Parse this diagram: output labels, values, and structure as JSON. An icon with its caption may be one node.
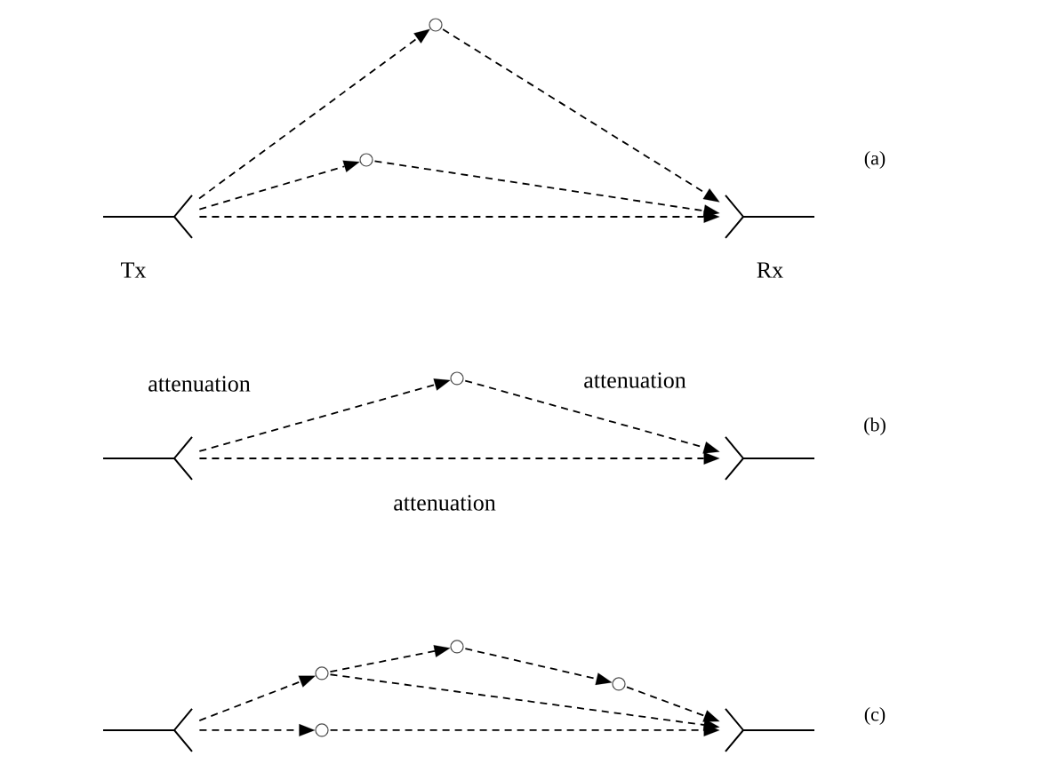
{
  "diagram": {
    "nodes": [
      {
        "text": [
          "Tx"
        ]
      },
      {
        "text": [
          "Rx"
        ]
      },
      {
        "text": [],
        "shape": "circle"
      },
      {
        "text": [],
        "shape": "circle"
      },
      {
        "text": [],
        "shape": "antenna"
      },
      {
        "text": [],
        "shape": "antenna"
      },
      {
        "text": [],
        "shape": "circle"
      },
      {
        "text": [],
        "shape": "antenna"
      },
      {
        "text": [],
        "shape": "antenna"
      },
      {
        "text": [],
        "shape": "circle"
      },
      {
        "text": [],
        "shape": "circle"
      },
      {
        "text": [],
        "shape": "circle"
      },
      {
        "text": [],
        "shape": "circle"
      }
    ],
    "edges": [
      {
        "from": 0,
        "to": 2,
        "arrow": "to",
        "style": "dashed"
      },
      {
        "from": 2,
        "to": 1,
        "arrow": "to",
        "style": "dashed"
      },
      {
        "from": 0,
        "to": 3,
        "arrow": "to",
        "style": "dashed"
      },
      {
        "from": 3,
        "to": 1,
        "arrow": "to",
        "style": "dashed"
      },
      {
        "from": 0,
        "to": 1,
        "arrow": "to",
        "style": "dashed"
      },
      {
        "from": 4,
        "to": 6,
        "arrow": "to",
        "style": "dashed",
        "label": "attenuation"
      },
      {
        "from": 6,
        "to": 5,
        "arrow": "to",
        "style": "dashed",
        "label": "attenuation"
      },
      {
        "from": 4,
        "to": 5,
        "arrow": "to",
        "style": "dashed",
        "label": "attenuation"
      },
      {
        "from": 7,
        "to": 9,
        "arrow": "to",
        "style": "dashed"
      },
      {
        "from": 9,
        "to": 10,
        "arrow": "to",
        "style": "dashed"
      },
      {
        "from": 10,
        "to": 11,
        "arrow": "to",
        "style": "dashed"
      },
      {
        "from": 11,
        "to": 8,
        "arrow": "to",
        "style": "dashed"
      },
      {
        "from": 9,
        "to": 8,
        "arrow": "to",
        "style": "dashed"
      },
      {
        "from": 7,
        "to": 12,
        "arrow": "to",
        "style": "dashed"
      },
      {
        "from": 12,
        "to": 8,
        "arrow": "to",
        "style": "dashed"
      }
    ],
    "labels": [
      "(a)",
      "(b)",
      "(c)"
    ]
  }
}
